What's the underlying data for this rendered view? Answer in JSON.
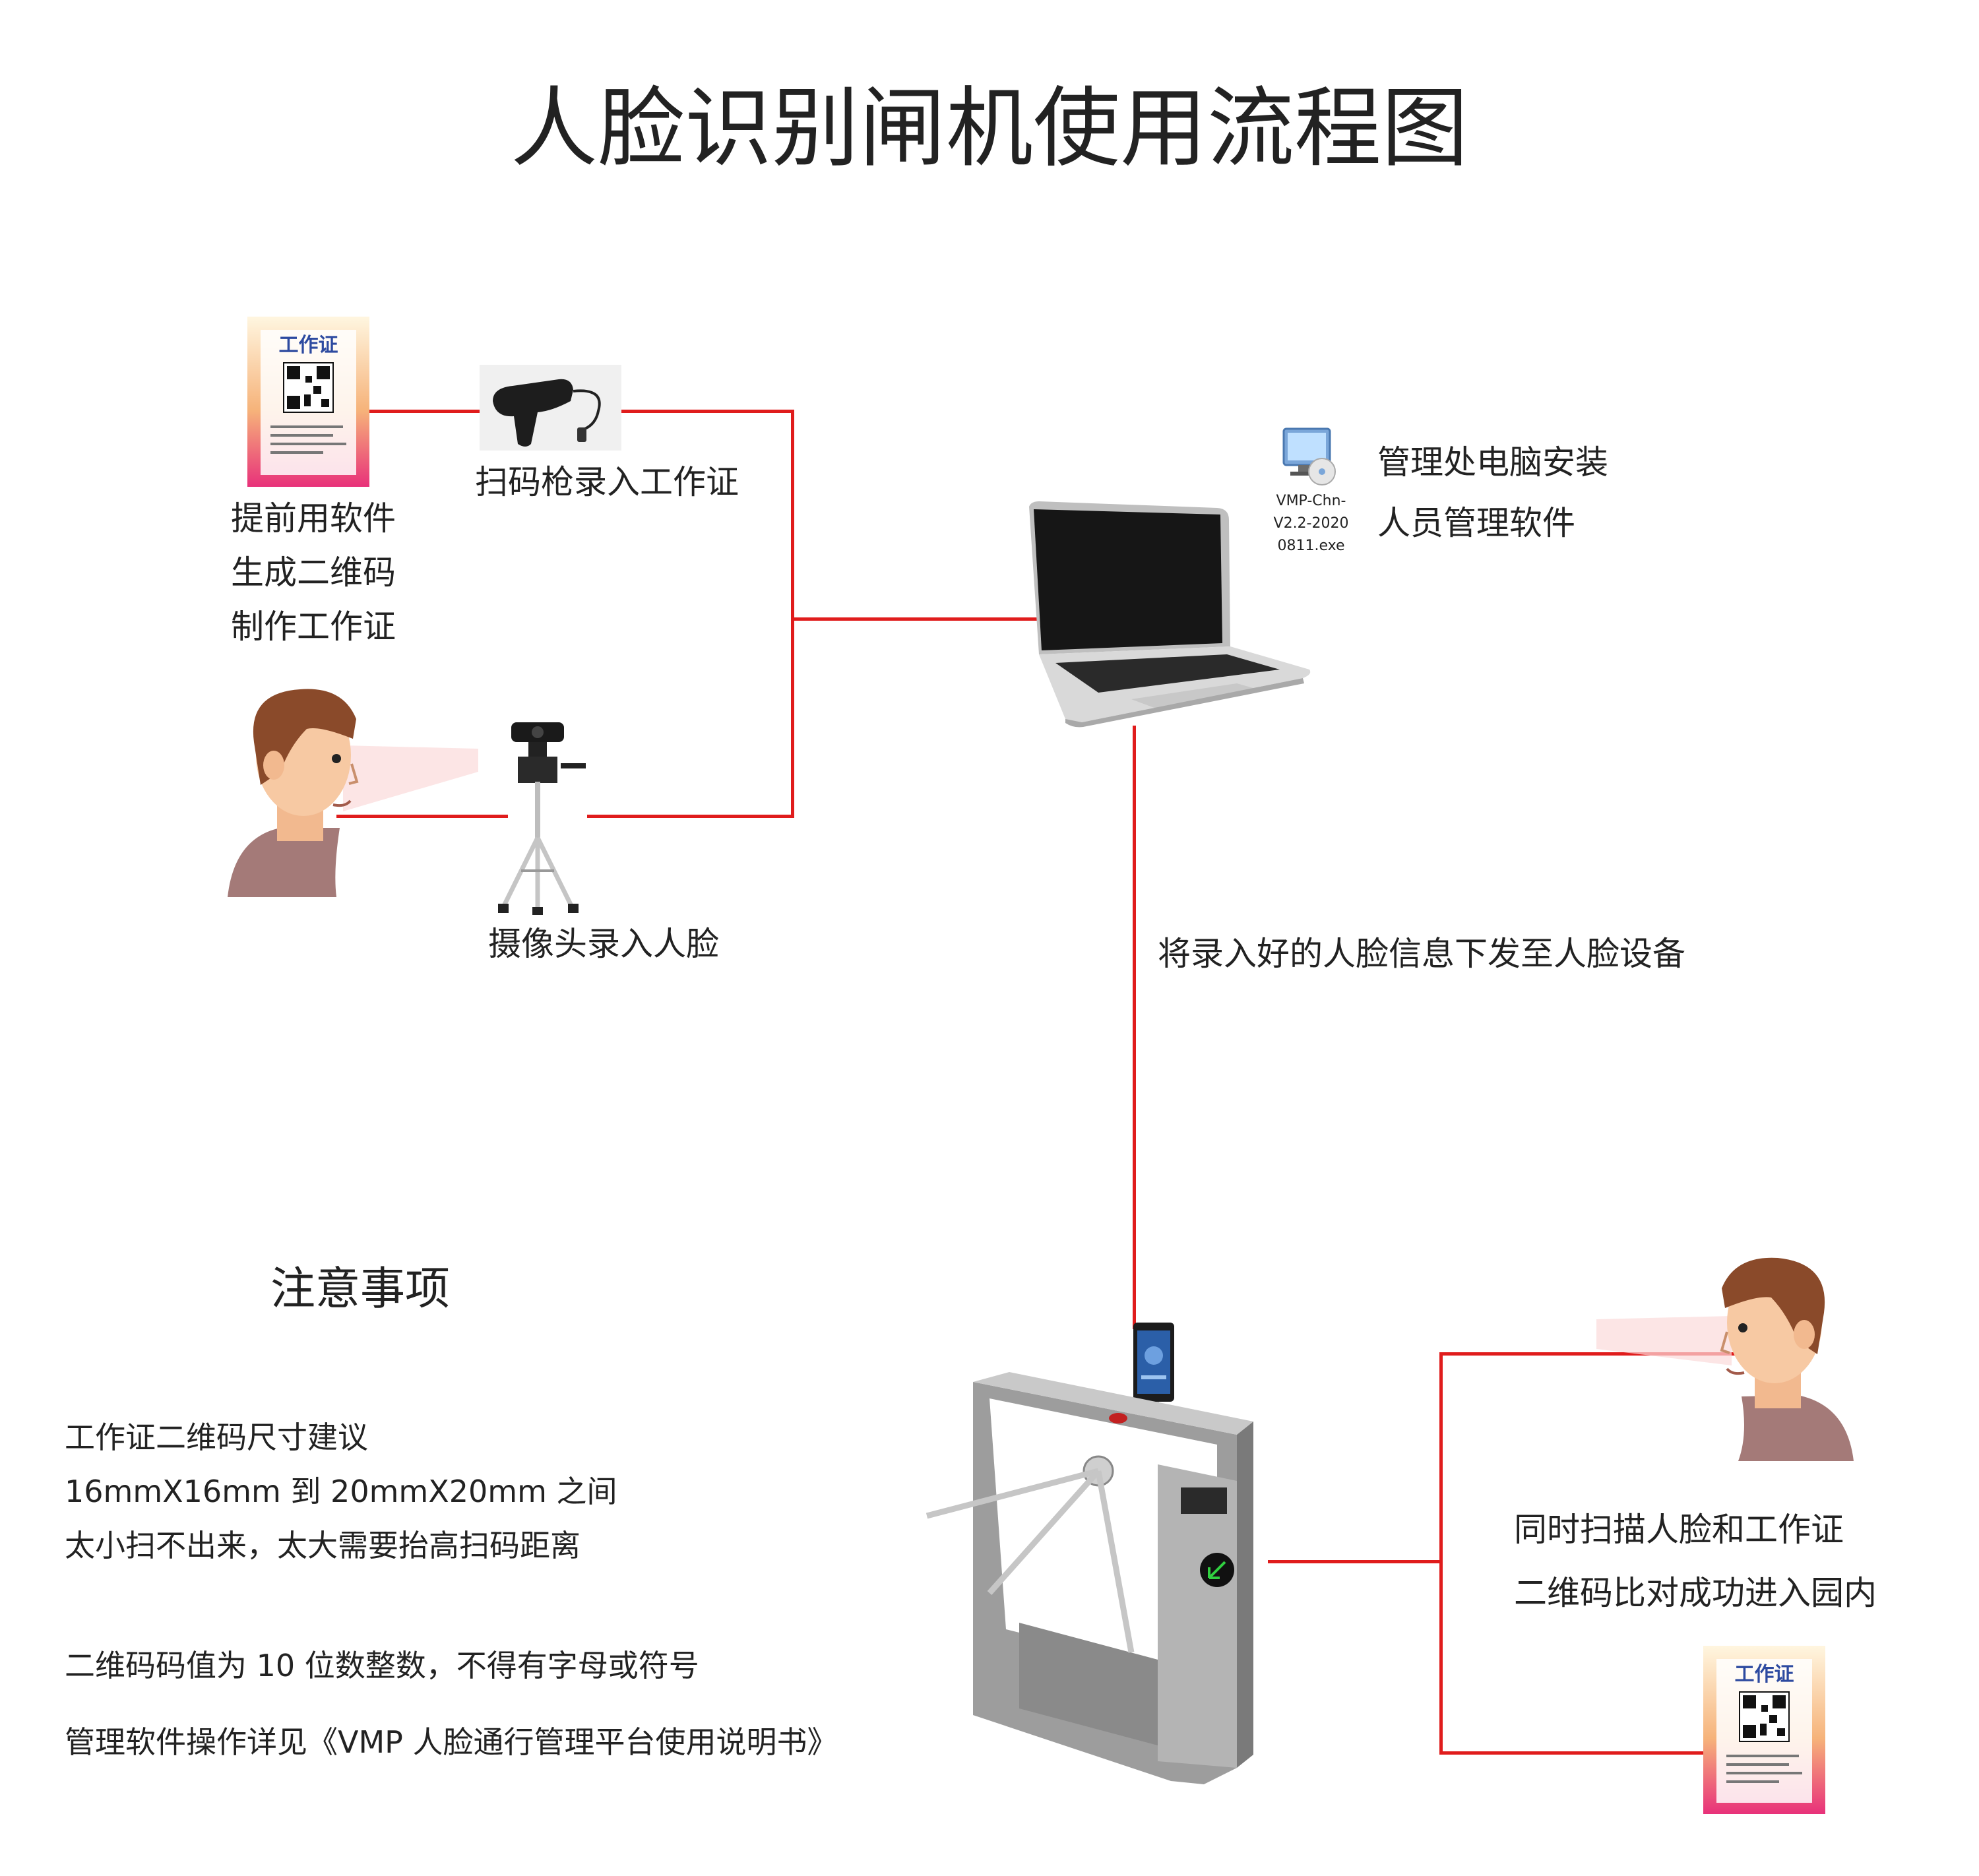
{
  "title": "人脸识别闸机使用流程图",
  "badge_card": {
    "heading": "工作证",
    "caption_lines": [
      "提前用软件",
      "生成二维码",
      "制作工作证"
    ]
  },
  "scanner": {
    "caption": "扫码枪录入工作证"
  },
  "camera": {
    "caption": "摄像头录入人脸"
  },
  "laptop": {
    "installer_filename_lines": [
      "VMP-Chn-",
      "V2.2-2020",
      "0811.exe"
    ],
    "caption_lines": [
      "管理处电脑安装",
      "人员管理软件"
    ]
  },
  "transfer_caption": "将录入好的人脸信息下发至人脸设备",
  "turnstile": {
    "caption_lines": [
      "同时扫描人脸和工作证",
      "二维码比对成功进入园内"
    ],
    "badge_heading": "工作证"
  },
  "notes": {
    "heading": "注意事项",
    "lines": [
      "工作证二维码尺寸建议",
      "16mmX16mm 到 20mmX20mm 之间",
      "太小扫不出来，太大需要抬高扫码距离",
      "二维码码值为 10 位数整数，不得有字母或符号",
      "管理软件操作详见《VMP 人脸通行管理平台使用说明书》"
    ]
  },
  "colors": {
    "connector": "#e01c1c",
    "text": "#222222",
    "face_skin": "#f7c9a3",
    "hair": "#8a4a2a",
    "shirt": "#a47a78"
  }
}
